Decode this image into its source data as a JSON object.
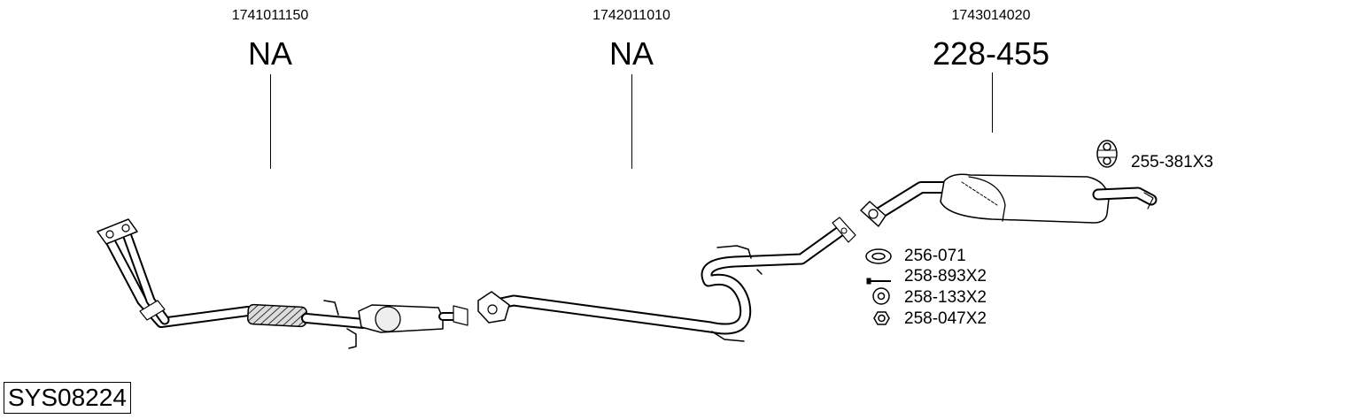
{
  "sections": [
    {
      "oem_number": "1741011150",
      "part_label": "NA"
    },
    {
      "oem_number": "1742011010",
      "part_label": "NA"
    },
    {
      "oem_number": "1743014020",
      "part_label": "228-455"
    }
  ],
  "accessories": [
    {
      "label": "255-381X3",
      "icon": "hanger-icon"
    },
    {
      "label": "256-071",
      "icon": "ring-gasket-icon"
    },
    {
      "label": "258-893X2",
      "icon": "bolt-icon"
    },
    {
      "label": "258-133X2",
      "icon": "washer-icon"
    },
    {
      "label": "258-047X2",
      "icon": "nut-icon"
    }
  ],
  "system_code": "SYS08224"
}
